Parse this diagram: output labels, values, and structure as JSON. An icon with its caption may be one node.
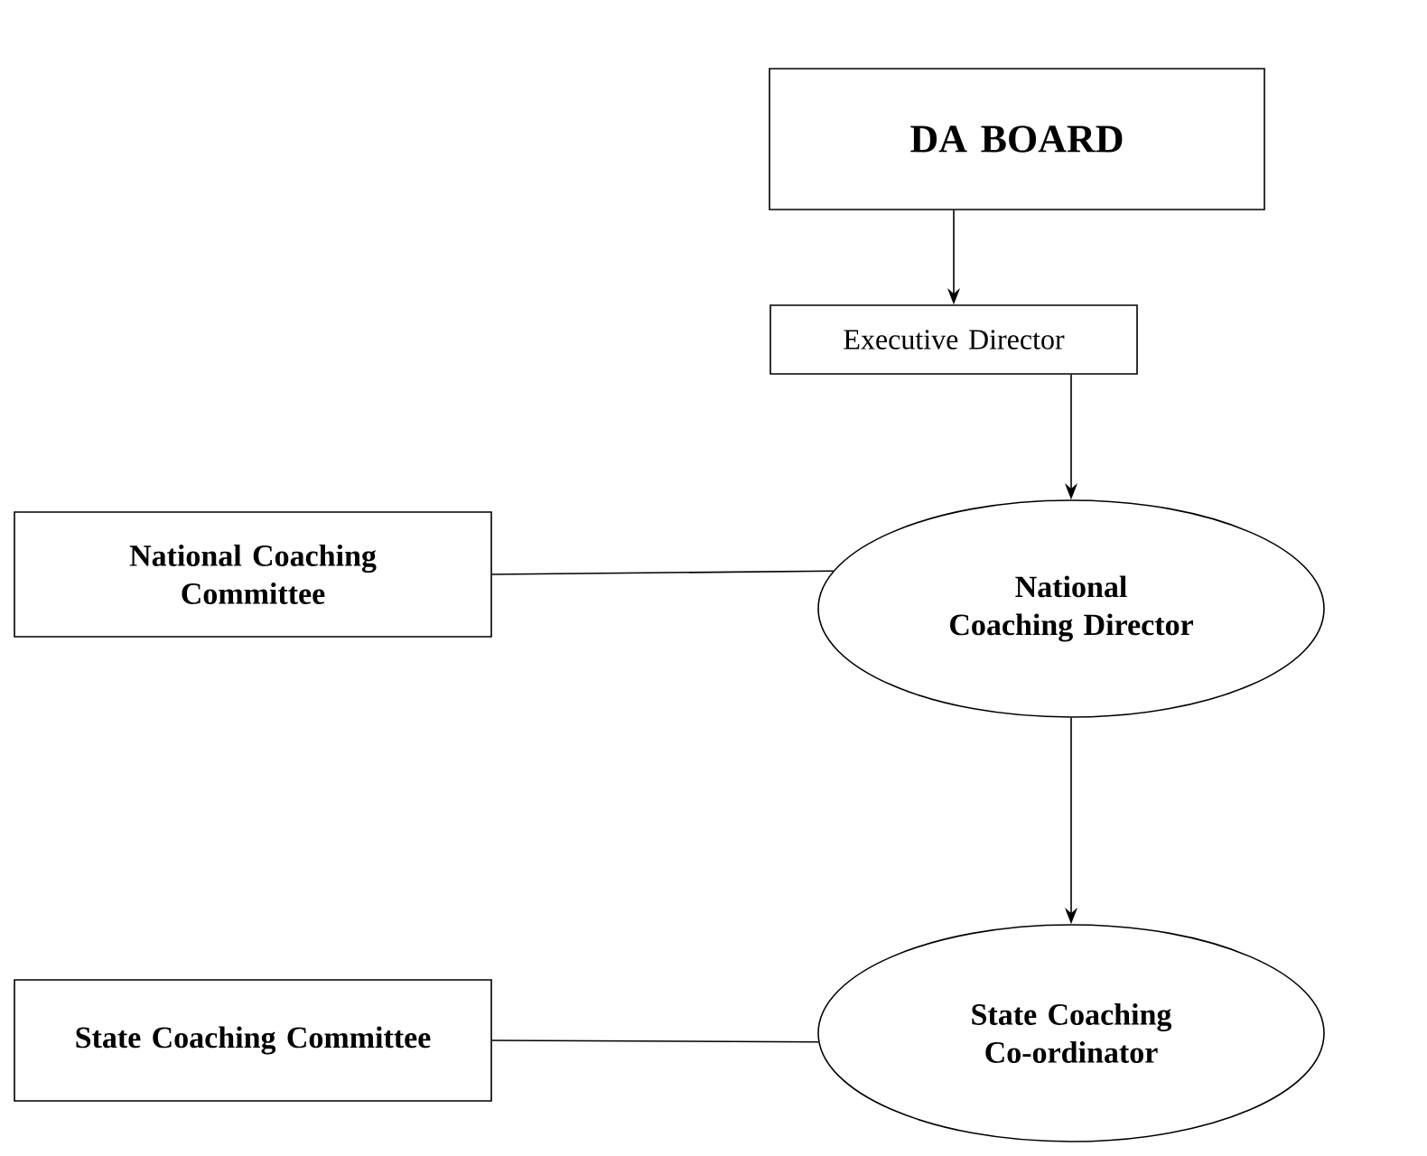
{
  "diagram": {
    "nodes": [
      {
        "text": [
          "DA BOARD"
        ]
      },
      {
        "text": [
          "Executive Director"
        ]
      },
      {
        "text": [
          "National Coaching Committee"
        ]
      },
      {
        "text": [
          "National Coaching Director"
        ]
      },
      {
        "text": [
          "State Coaching Committee"
        ]
      },
      {
        "text": [
          "State Coaching Co-ordinator"
        ]
      }
    ],
    "edges": [
      {
        "from": 0,
        "to": 1,
        "arrow": "to"
      },
      {
        "from": 1,
        "to": 3,
        "arrow": "to"
      },
      {
        "from": 2,
        "to": 3,
        "arrow": "none"
      },
      {
        "from": 3,
        "to": 5,
        "arrow": "to"
      },
      {
        "from": 4,
        "to": 5,
        "arrow": "none"
      }
    ]
  }
}
